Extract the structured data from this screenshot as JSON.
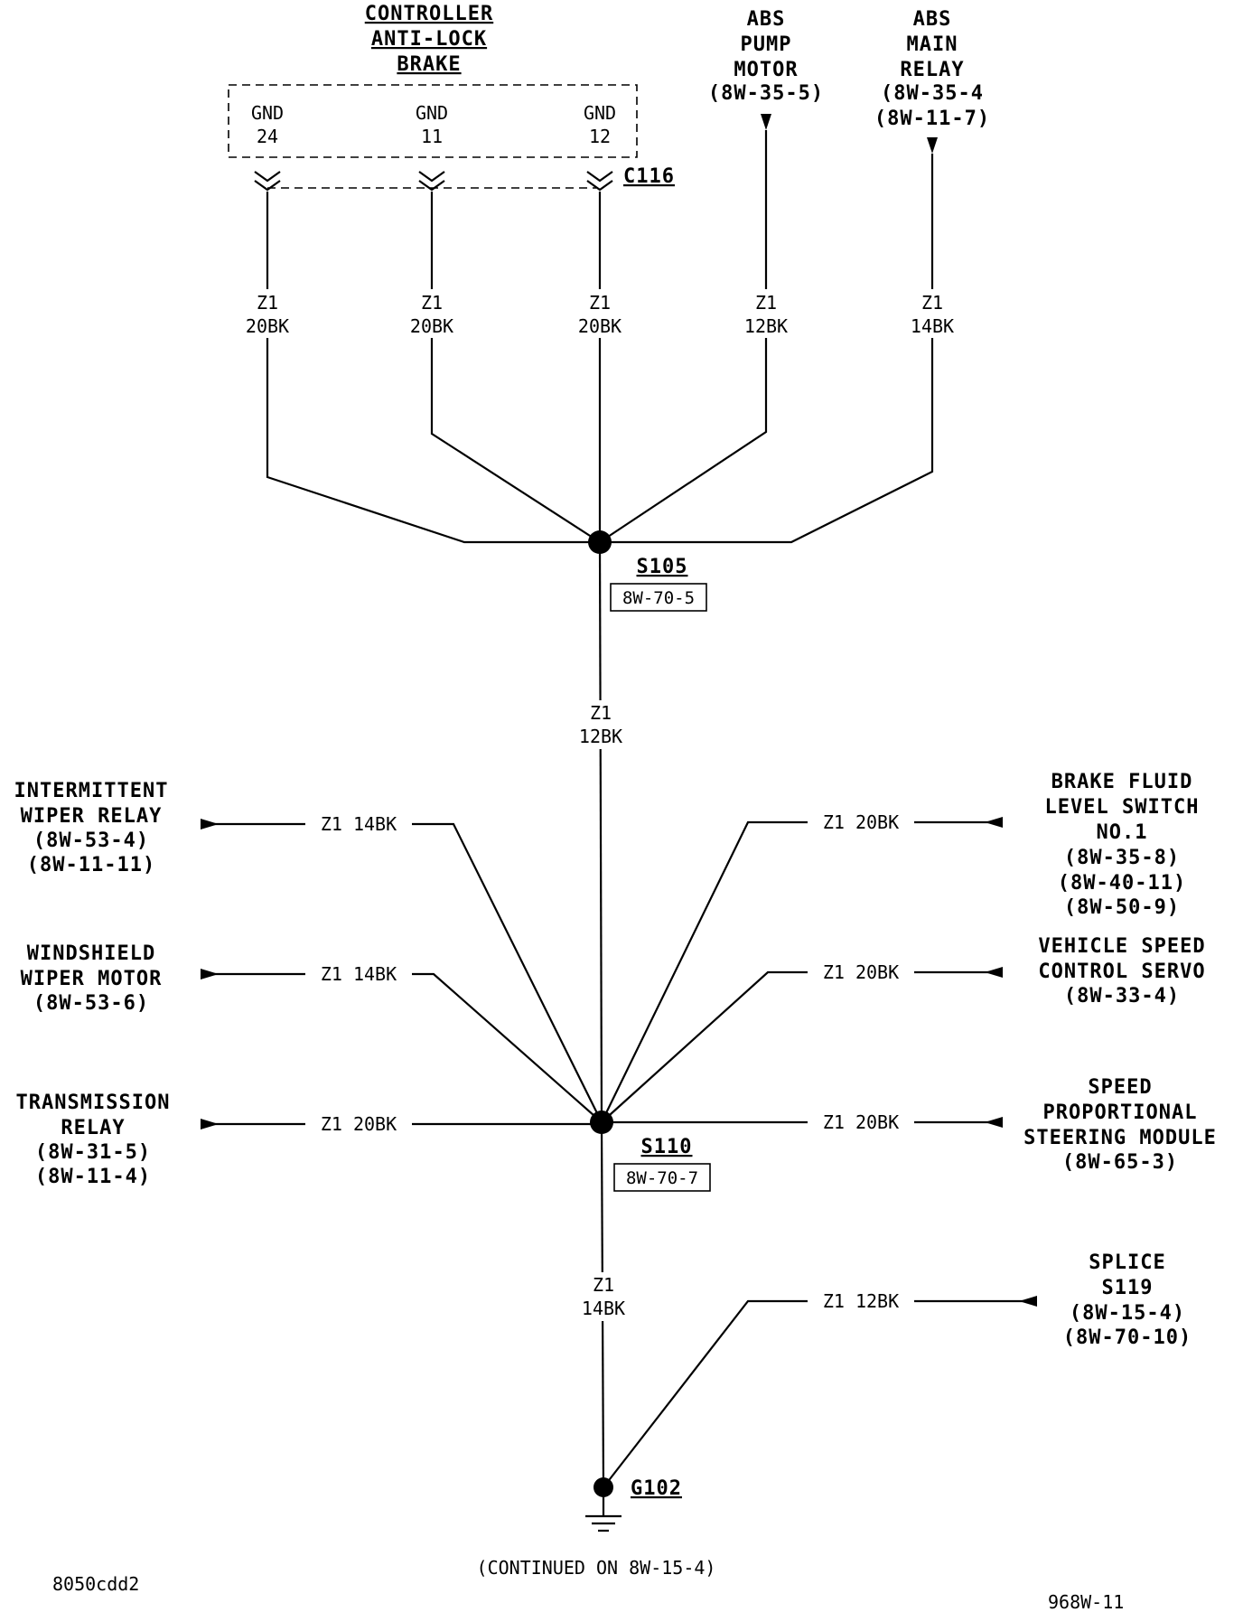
{
  "controller": {
    "title_lines": [
      "CONTROLLER",
      "ANTI-LOCK",
      "BRAKE"
    ],
    "pins": [
      {
        "name": "GND",
        "num": "24"
      },
      {
        "name": "GND",
        "num": "11"
      },
      {
        "name": "GND",
        "num": "12"
      }
    ],
    "connector": "C116"
  },
  "abs_pump": {
    "lines": [
      "ABS",
      "PUMP",
      "MOTOR",
      "(8W-35-5)"
    ]
  },
  "abs_relay": {
    "lines": [
      "ABS",
      "MAIN",
      "RELAY",
      "(8W-35-4",
      "(8W-11-7)"
    ]
  },
  "upper_wires": [
    {
      "circuit": "Z1",
      "gauge": "20BK"
    },
    {
      "circuit": "Z1",
      "gauge": "20BK"
    },
    {
      "circuit": "Z1",
      "gauge": "20BK"
    },
    {
      "circuit": "Z1",
      "gauge": "12BK"
    },
    {
      "circuit": "Z1",
      "gauge": "14BK"
    }
  ],
  "s105": {
    "name": "S105",
    "ref": "8W-70-5"
  },
  "trunk1": {
    "circuit": "Z1",
    "gauge": "12BK"
  },
  "left_components": [
    {
      "lines": [
        "INTERMITTENT",
        "WIPER RELAY",
        "(8W-53-4)",
        "(8W-11-11)"
      ],
      "wire": "Z1 14BK"
    },
    {
      "lines": [
        "WINDSHIELD",
        "WIPER MOTOR",
        "(8W-53-6)"
      ],
      "wire": "Z1 14BK"
    },
    {
      "lines": [
        "TRANSMISSION",
        "RELAY",
        "(8W-31-5)",
        "(8W-11-4)"
      ],
      "wire": "Z1 20BK"
    }
  ],
  "right_components": [
    {
      "lines": [
        "BRAKE FLUID",
        "LEVEL SWITCH",
        "NO.1",
        "(8W-35-8)",
        "(8W-40-11)",
        "(8W-50-9)"
      ],
      "wire": "Z1 20BK"
    },
    {
      "lines": [
        "VEHICLE SPEED",
        "CONTROL SERVO",
        "(8W-33-4)"
      ],
      "wire": "Z1 20BK"
    },
    {
      "lines": [
        "SPEED",
        "PROPORTIONAL",
        "STEERING MODULE",
        "(8W-65-3)"
      ],
      "wire": "Z1 20BK"
    },
    {
      "lines": [
        "SPLICE",
        "S119",
        "(8W-15-4)",
        "(8W-70-10)"
      ],
      "wire": "Z1 12BK"
    }
  ],
  "s110": {
    "name": "S110",
    "ref": "8W-70-7"
  },
  "trunk2": {
    "circuit": "Z1",
    "gauge": "14BK"
  },
  "ground": {
    "name": "G102"
  },
  "footer": {
    "continued": "(CONTINUED ON 8W-15-4)",
    "left_code": "8050cdd2",
    "right_code": "968W-11"
  }
}
